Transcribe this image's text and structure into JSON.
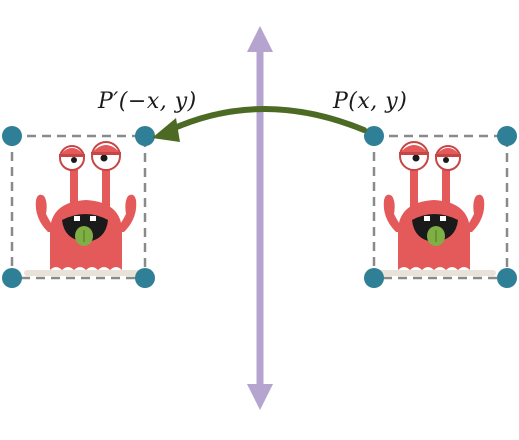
{
  "labels": {
    "original": "P(x, y)",
    "reflected": "P′(−x, y)"
  },
  "colors": {
    "axis": "#b4a4cf",
    "arrow": "#4c6a24",
    "box_border": "#8a8a8a",
    "corner_dot": "#2f7f96",
    "monster_body": "#e45a5a",
    "monster_dark": "#c84545",
    "mouth": "#1a1a1a",
    "tongue": "#7fae45",
    "floor": "#e8e2d8"
  },
  "icons": {
    "monster": "red-monster-icon",
    "axis": "vertical-double-arrow",
    "transform": "curved-arrow"
  }
}
